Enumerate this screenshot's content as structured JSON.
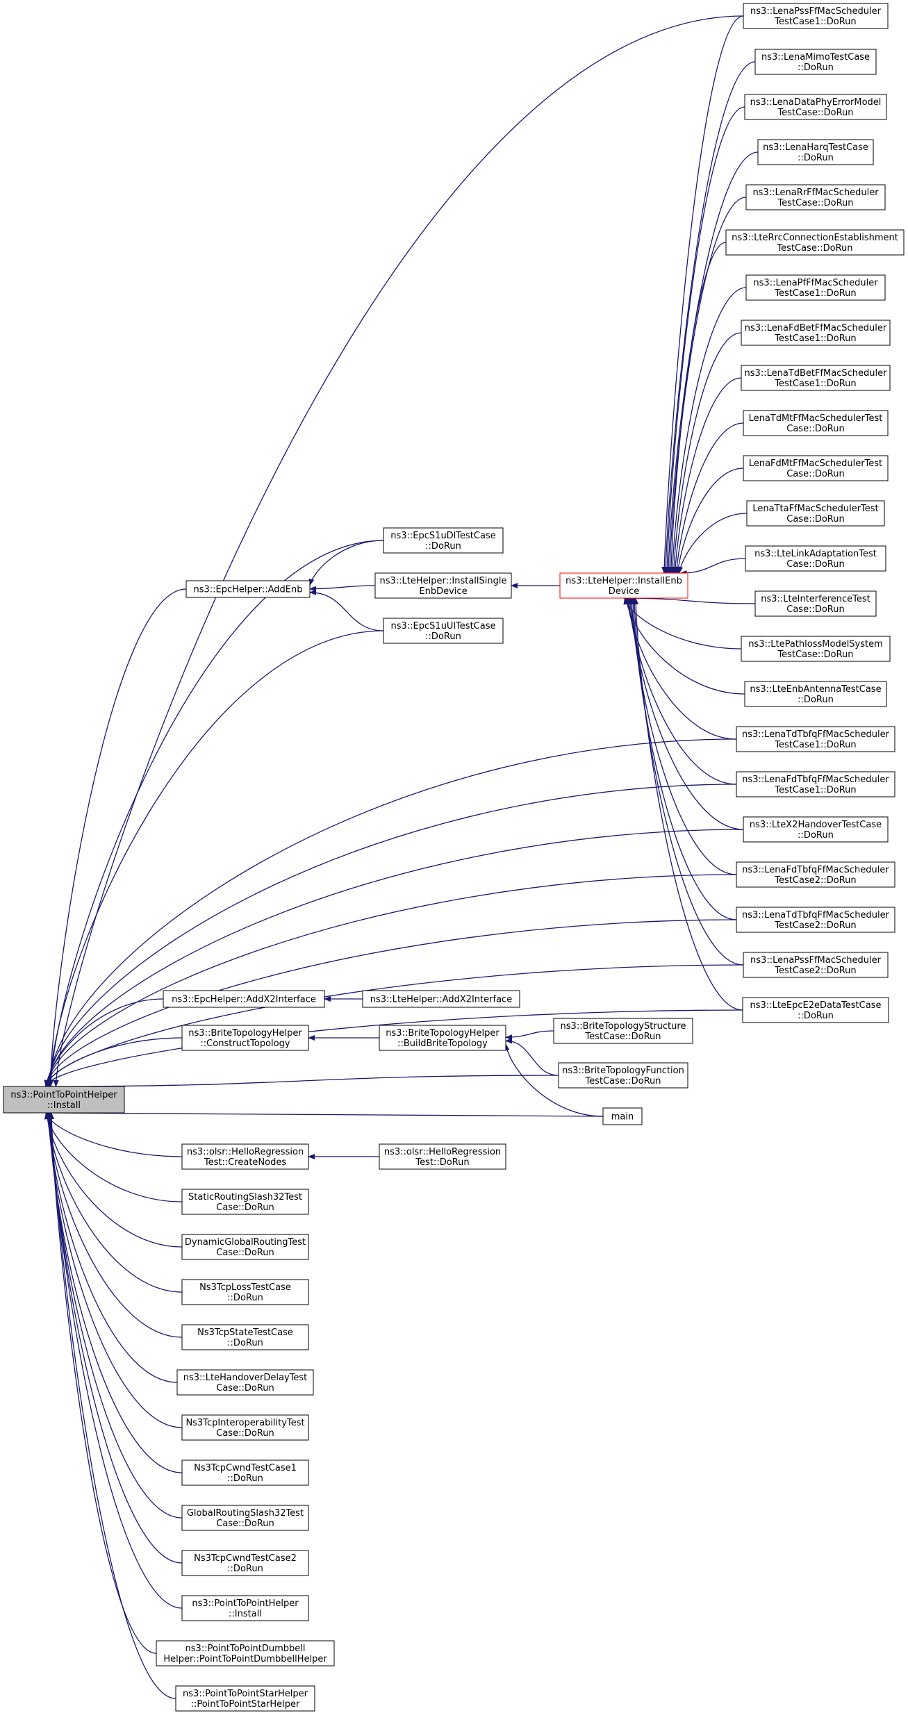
{
  "diagram": {
    "colors": {
      "edge": "#191970",
      "root_fill": "#bfbfbf",
      "highlight_border": "#ff0000",
      "box_border": "#000000"
    },
    "nodes": [
      {
        "id": "root",
        "lines": [
          "ns3::PointToPointHelper",
          "::Install"
        ],
        "style": "root"
      },
      {
        "id": "epcAddEnb",
        "lines": [
          "ns3::EpcHelper::AddEnb"
        ]
      },
      {
        "id": "epcS1uDl",
        "lines": [
          "ns3::EpcS1uDlTestCase",
          "::DoRun"
        ]
      },
      {
        "id": "lteInstallSingle",
        "lines": [
          "ns3::LteHelper::InstallSingle",
          "EnbDevice"
        ]
      },
      {
        "id": "epcS1uUl",
        "lines": [
          "ns3::EpcS1uUlTestCase",
          "::DoRun"
        ]
      },
      {
        "id": "lteInstallEnb",
        "lines": [
          "ns3::LteHelper::InstallEnb",
          "Device"
        ],
        "style": "highlight"
      },
      {
        "id": "pss1",
        "lines": [
          "ns3::LenaPssFfMacScheduler",
          "TestCase1::DoRun"
        ]
      },
      {
        "id": "mimo",
        "lines": [
          "ns3::LenaMimoTestCase",
          "::DoRun"
        ]
      },
      {
        "id": "dataPhy",
        "lines": [
          "ns3::LenaDataPhyErrorModel",
          "TestCase::DoRun"
        ]
      },
      {
        "id": "harq",
        "lines": [
          "ns3::LenaHarqTestCase",
          "::DoRun"
        ]
      },
      {
        "id": "rr",
        "lines": [
          "ns3::LenaRrFfMacScheduler",
          "TestCase::DoRun"
        ]
      },
      {
        "id": "rrcConn",
        "lines": [
          "ns3::LteRrcConnectionEstablishment",
          "TestCase::DoRun"
        ]
      },
      {
        "id": "pf",
        "lines": [
          "ns3::LenaPfFfMacScheduler",
          "TestCase1::DoRun"
        ]
      },
      {
        "id": "fdBet",
        "lines": [
          "ns3::LenaFdBetFfMacScheduler",
          "TestCase1::DoRun"
        ]
      },
      {
        "id": "tdBet",
        "lines": [
          "ns3::LenaTdBetFfMacScheduler",
          "TestCase1::DoRun"
        ]
      },
      {
        "id": "tdMt",
        "lines": [
          "LenaTdMtFfMacSchedulerTest",
          "Case::DoRun"
        ]
      },
      {
        "id": "fdMt",
        "lines": [
          "LenaFdMtFfMacSchedulerTest",
          "Case::DoRun"
        ]
      },
      {
        "id": "tta",
        "lines": [
          "LenaTtaFfMacSchedulerTest",
          "Case::DoRun"
        ]
      },
      {
        "id": "linkAdapt",
        "lines": [
          "ns3::LteLinkAdaptationTest",
          "Case::DoRun"
        ]
      },
      {
        "id": "interf",
        "lines": [
          "ns3::LteInterferenceTest",
          "Case::DoRun"
        ]
      },
      {
        "id": "pathloss",
        "lines": [
          "ns3::LtePathlossModelSystem",
          "TestCase::DoRun"
        ]
      },
      {
        "id": "antenna",
        "lines": [
          "ns3::LteEnbAntennaTestCase",
          "::DoRun"
        ]
      },
      {
        "id": "tdTbfq1",
        "lines": [
          "ns3::LenaTdTbfqFfMacScheduler",
          "TestCase1::DoRun"
        ]
      },
      {
        "id": "fdTbfq1",
        "lines": [
          "ns3::LenaFdTbfqFfMacScheduler",
          "TestCase1::DoRun"
        ]
      },
      {
        "id": "x2Handover",
        "lines": [
          "ns3::LteX2HandoverTestCase",
          "::DoRun"
        ]
      },
      {
        "id": "fdTbfq2",
        "lines": [
          "ns3::LenaFdTbfqFfMacScheduler",
          "TestCase2::DoRun"
        ]
      },
      {
        "id": "tdTbfq2",
        "lines": [
          "ns3::LenaTdTbfqFfMacScheduler",
          "TestCase2::DoRun"
        ]
      },
      {
        "id": "pss2",
        "lines": [
          "ns3::LenaPssFfMacScheduler",
          "TestCase2::DoRun"
        ]
      },
      {
        "id": "epcE2e",
        "lines": [
          "ns3::LteEpcE2eDataTestCase",
          "::DoRun"
        ]
      },
      {
        "id": "epcAddX2",
        "lines": [
          "ns3::EpcHelper::AddX2Interface"
        ]
      },
      {
        "id": "lteAddX2",
        "lines": [
          "ns3::LteHelper::AddX2Interface"
        ]
      },
      {
        "id": "briteConstruct",
        "lines": [
          "ns3::BriteTopologyHelper",
          "::ConstructTopology"
        ]
      },
      {
        "id": "briteBuild",
        "lines": [
          "ns3::BriteTopologyHelper",
          "::BuildBriteTopology"
        ]
      },
      {
        "id": "briteStruct",
        "lines": [
          "ns3::BriteTopologyStructure",
          "TestCase::DoRun"
        ]
      },
      {
        "id": "briteFunc",
        "lines": [
          "ns3::BriteTopologyFunction",
          "TestCase::DoRun"
        ]
      },
      {
        "id": "main",
        "lines": [
          "main"
        ]
      },
      {
        "id": "olsrCreate",
        "lines": [
          "ns3::olsr::HelloRegression",
          "Test::CreateNodes"
        ]
      },
      {
        "id": "olsrDoRun",
        "lines": [
          "ns3::olsr::HelloRegression",
          "Test::DoRun"
        ]
      },
      {
        "id": "static32",
        "lines": [
          "StaticRoutingSlash32Test",
          "Case::DoRun"
        ]
      },
      {
        "id": "dynGlobal",
        "lines": [
          "DynamicGlobalRoutingTest",
          "Case::DoRun"
        ]
      },
      {
        "id": "tcpLoss",
        "lines": [
          "Ns3TcpLossTestCase",
          "::DoRun"
        ]
      },
      {
        "id": "tcpState",
        "lines": [
          "Ns3TcpStateTestCase",
          "::DoRun"
        ]
      },
      {
        "id": "lteHandoverDelay",
        "lines": [
          "ns3::LteHandoverDelayTest",
          "Case::DoRun"
        ]
      },
      {
        "id": "tcpInterop",
        "lines": [
          "Ns3TcpInteroperabilityTest",
          "Case::DoRun"
        ]
      },
      {
        "id": "tcpCwnd1",
        "lines": [
          "Ns3TcpCwndTestCase1",
          "::DoRun"
        ]
      },
      {
        "id": "global32",
        "lines": [
          "GlobalRoutingSlash32Test",
          "Case::DoRun"
        ]
      },
      {
        "id": "tcpCwnd2",
        "lines": [
          "Ns3TcpCwndTestCase2",
          "::DoRun"
        ]
      },
      {
        "id": "p2pInstall",
        "lines": [
          "ns3::PointToPointHelper",
          "::Install"
        ]
      },
      {
        "id": "dumbbell",
        "lines": [
          "ns3::PointToPointDumbbell",
          "Helper::PointToPointDumbbellHelper"
        ]
      },
      {
        "id": "star",
        "lines": [
          "ns3::PointToPointStarHelper",
          "::PointToPointStarHelper"
        ]
      }
    ],
    "edges": [
      [
        "epcAddEnb",
        "root"
      ],
      [
        "epcS1uDl",
        "root"
      ],
      [
        "epcS1uUl",
        "root"
      ],
      [
        "pss1",
        "root"
      ],
      [
        "tdTbfq1",
        "root"
      ],
      [
        "fdTbfq1",
        "root"
      ],
      [
        "x2Handover",
        "root"
      ],
      [
        "fdTbfq2",
        "root"
      ],
      [
        "tdTbfq2",
        "root"
      ],
      [
        "pss2",
        "root"
      ],
      [
        "epcE2e",
        "root"
      ],
      [
        "epcAddX2",
        "root"
      ],
      [
        "briteConstruct",
        "root"
      ],
      [
        "briteFunc",
        "root"
      ],
      [
        "main",
        "root"
      ],
      [
        "olsrCreate",
        "root"
      ],
      [
        "static32",
        "root"
      ],
      [
        "dynGlobal",
        "root"
      ],
      [
        "tcpLoss",
        "root"
      ],
      [
        "tcpState",
        "root"
      ],
      [
        "lteHandoverDelay",
        "root"
      ],
      [
        "tcpInterop",
        "root"
      ],
      [
        "tcpCwnd1",
        "root"
      ],
      [
        "global32",
        "root"
      ],
      [
        "tcpCwnd2",
        "root"
      ],
      [
        "p2pInstall",
        "root"
      ],
      [
        "dumbbell",
        "root"
      ],
      [
        "star",
        "root"
      ],
      [
        "epcS1uDl",
        "epcAddEnb"
      ],
      [
        "lteInstallSingle",
        "epcAddEnb"
      ],
      [
        "epcS1uUl",
        "epcAddEnb"
      ],
      [
        "lteInstallEnb",
        "lteInstallSingle"
      ],
      [
        "pss1",
        "lteInstallEnb"
      ],
      [
        "mimo",
        "lteInstallEnb"
      ],
      [
        "dataPhy",
        "lteInstallEnb"
      ],
      [
        "harq",
        "lteInstallEnb"
      ],
      [
        "rr",
        "lteInstallEnb"
      ],
      [
        "rrcConn",
        "lteInstallEnb"
      ],
      [
        "pf",
        "lteInstallEnb"
      ],
      [
        "fdBet",
        "lteInstallEnb"
      ],
      [
        "tdBet",
        "lteInstallEnb"
      ],
      [
        "tdMt",
        "lteInstallEnb"
      ],
      [
        "fdMt",
        "lteInstallEnb"
      ],
      [
        "tta",
        "lteInstallEnb"
      ],
      [
        "linkAdapt",
        "lteInstallEnb"
      ],
      [
        "interf",
        "lteInstallEnb"
      ],
      [
        "pathloss",
        "lteInstallEnb"
      ],
      [
        "antenna",
        "lteInstallEnb"
      ],
      [
        "tdTbfq1",
        "lteInstallEnb"
      ],
      [
        "fdTbfq1",
        "lteInstallEnb"
      ],
      [
        "x2Handover",
        "lteInstallEnb"
      ],
      [
        "fdTbfq2",
        "lteInstallEnb"
      ],
      [
        "tdTbfq2",
        "lteInstallEnb"
      ],
      [
        "pss2",
        "lteInstallEnb"
      ],
      [
        "epcE2e",
        "lteInstallEnb"
      ],
      [
        "lteAddX2",
        "epcAddX2"
      ],
      [
        "briteBuild",
        "briteConstruct"
      ],
      [
        "briteStruct",
        "briteBuild"
      ],
      [
        "briteFunc",
        "briteBuild"
      ],
      [
        "main",
        "briteBuild"
      ],
      [
        "olsrDoRun",
        "olsrCreate"
      ]
    ]
  }
}
